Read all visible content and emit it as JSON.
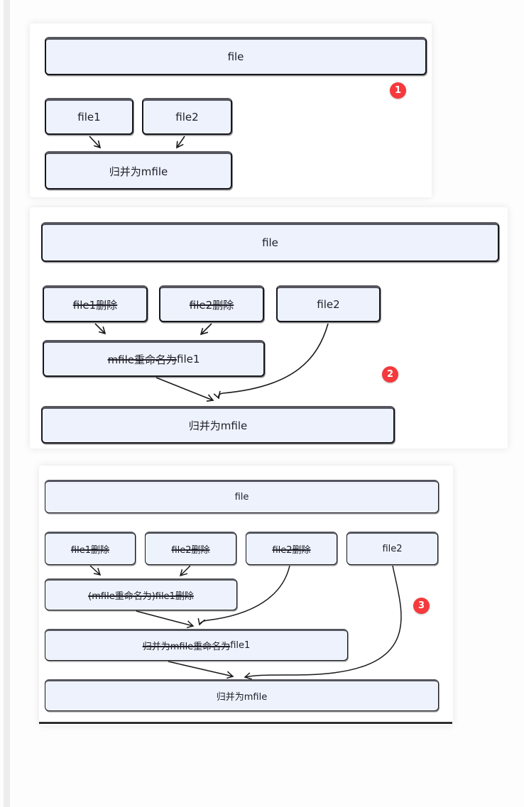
{
  "colors": {
    "node_fill": "#edf2fc",
    "node_border": "#17171e",
    "node_top_edge": "#55555e",
    "badge_red": "#f5393c",
    "arrow_line": "#1a1a1a",
    "card_bg": "#ffffff"
  },
  "panels": [
    {
      "badge": "1",
      "nodes": [
        {
          "key": "file",
          "struck": "",
          "plain": "file"
        },
        {
          "key": "file1",
          "struck": "",
          "plain": "file1"
        },
        {
          "key": "file2",
          "struck": "",
          "plain": "file2"
        },
        {
          "key": "merge",
          "struck": "",
          "plain": "归并为mfile"
        }
      ]
    },
    {
      "badge": "2",
      "nodes": [
        {
          "key": "file",
          "struck": "",
          "plain": "file"
        },
        {
          "key": "file1-deleted",
          "struck": "file1删除",
          "plain": ""
        },
        {
          "key": "file2-deleted",
          "struck": "file2删除",
          "plain": ""
        },
        {
          "key": "file2",
          "struck": "",
          "plain": "file2"
        },
        {
          "key": "mfile-renamed",
          "struck": "mfile重命名为",
          "plain": "file1"
        },
        {
          "key": "merge",
          "struck": "",
          "plain": "归并为mfile"
        }
      ]
    },
    {
      "badge": "3",
      "nodes": [
        {
          "key": "file",
          "struck": "",
          "plain": "file"
        },
        {
          "key": "file1-deleted",
          "struck": "file1删除",
          "plain": ""
        },
        {
          "key": "file2-deleted-a",
          "struck": "file2删除",
          "plain": ""
        },
        {
          "key": "file2-deleted-b",
          "struck": "file2删除",
          "plain": ""
        },
        {
          "key": "file2",
          "struck": "",
          "plain": "file2"
        },
        {
          "key": "rename-deleted",
          "struck": "(mfile重命名为)file1删除",
          "plain": ""
        },
        {
          "key": "merge-renamed",
          "struck": "归并为mfile重命名为",
          "plain": "file1"
        },
        {
          "key": "merge",
          "struck": "",
          "plain": "归并为mfile"
        }
      ]
    }
  ]
}
